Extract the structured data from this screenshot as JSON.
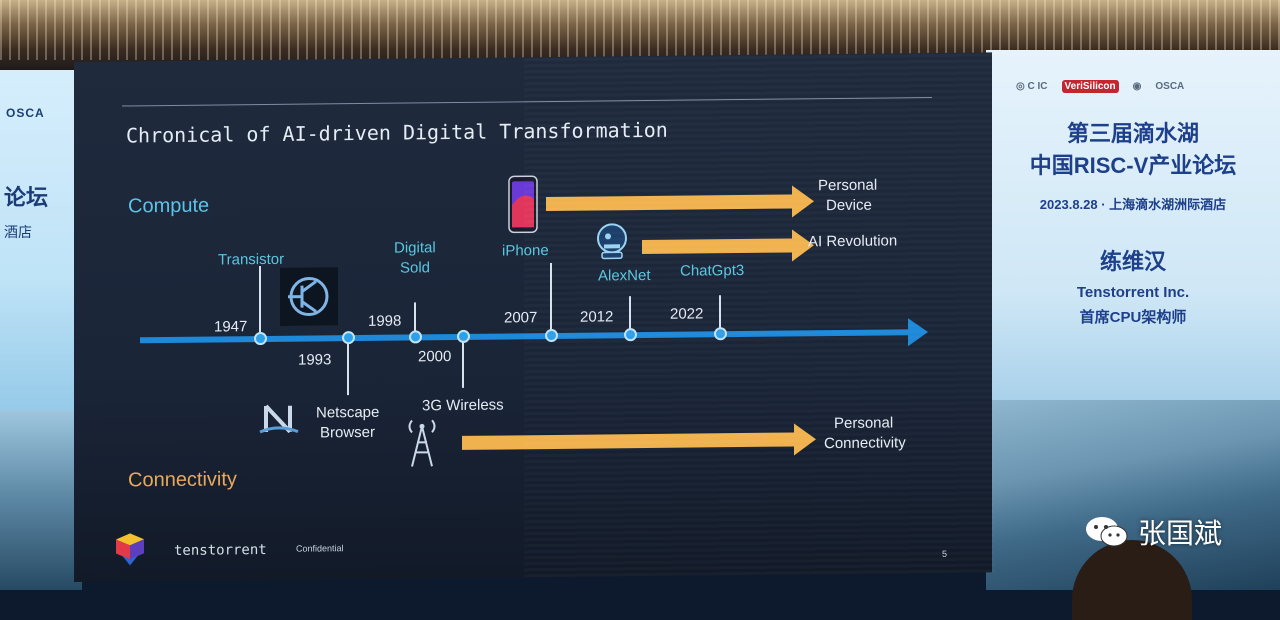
{
  "slide": {
    "title": "Chronical of AI-driven Digital Transformation",
    "compute_label": "Compute",
    "connectivity_label": "Connectivity",
    "milestones": {
      "transistor": "Transistor",
      "digital_sold_1": "Digital",
      "digital_sold_2": "Sold",
      "iphone": "iPhone",
      "alexnet": "AlexNet",
      "chatgpt": "ChatGpt3",
      "netscape_1": "Netscape",
      "netscape_2": "Browser",
      "wireless": "3G Wireless"
    },
    "years": {
      "y1947": "1947",
      "y1993": "1993",
      "y1998": "1998",
      "y2000": "2000",
      "y2007": "2007",
      "y2012": "2012",
      "y2022": "2022"
    },
    "outcomes": {
      "personal_device_1": "Personal",
      "personal_device_2": "Device",
      "ai_revolution": "AI Revolution",
      "personal_connectivity_1": "Personal",
      "personal_connectivity_2": "Connectivity"
    },
    "footer": {
      "brand": "tenstorrent",
      "confidential": "Confidential",
      "page_number": "5"
    },
    "colors": {
      "timeline": "#1e88d9",
      "arrow": "#f0b24e",
      "compute": "#5cc3e8",
      "connectivity": "#e8a95a"
    }
  },
  "right_banner": {
    "title_line1": "第三届滴水湖",
    "title_line2": "中国RISC-V产业论坛",
    "date_venue": "2023.8.28 · 上海滴水湖洲际酒店",
    "speaker": "练维汉",
    "company": "Tenstorrent Inc.",
    "role": "首席CPU架构师",
    "logo_veri": "VeriSilicon",
    "logo_osca": "OSCA"
  },
  "left_banner": {
    "logo": "OSCA",
    "title_fragment": "论坛",
    "venue_fragment": "酒店"
  },
  "watermark": {
    "text": "张国斌",
    "icon": "wechat-icon"
  }
}
